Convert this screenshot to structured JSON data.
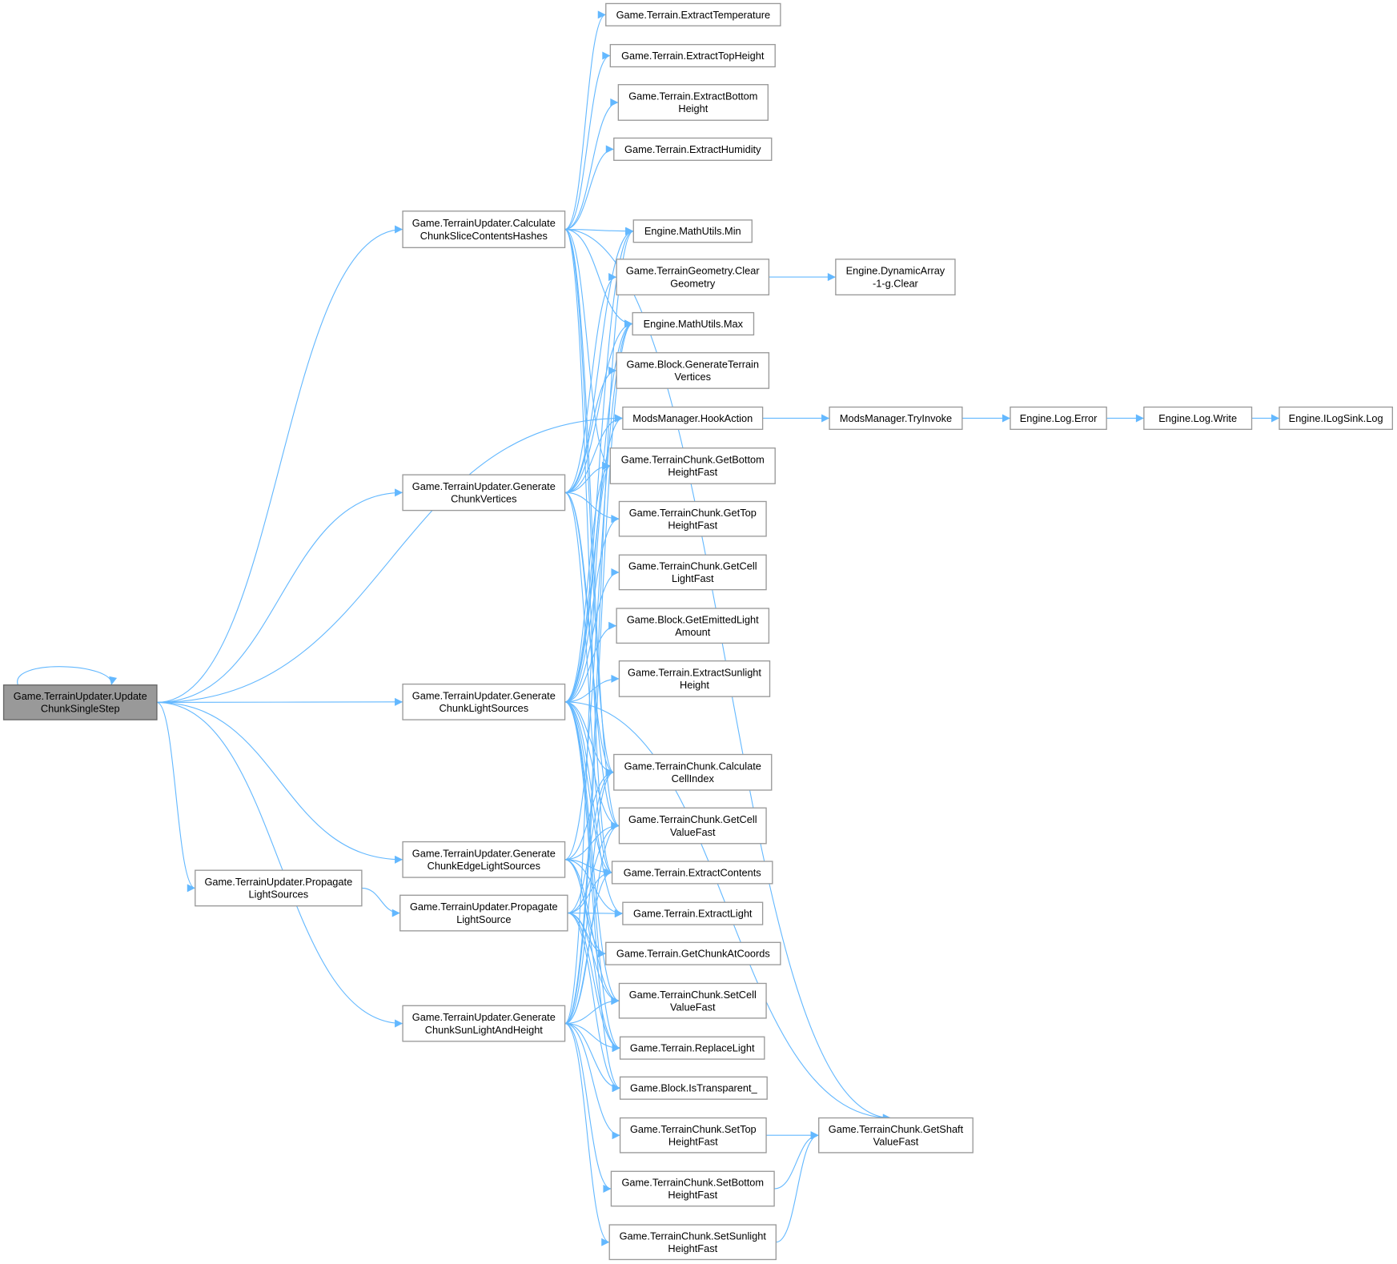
{
  "title": "Call graph of Game.TerrainUpdater.UpdateChunkSingleStep",
  "colors": {
    "edge": "#63b8ff",
    "root_fill": "#999999",
    "node_border": "#999999"
  },
  "nodes": [
    {
      "id": "root",
      "lines": [
        "Game.TerrainUpdater.Update",
        "ChunkSingleStep"
      ]
    },
    {
      "id": "calcHashes",
      "lines": [
        "Game.TerrainUpdater.Calculate",
        "ChunkSliceContentsHashes"
      ]
    },
    {
      "id": "genVertices",
      "lines": [
        "Game.TerrainUpdater.Generate",
        "ChunkVertices"
      ]
    },
    {
      "id": "genLightSources",
      "lines": [
        "Game.TerrainUpdater.Generate",
        "ChunkLightSources"
      ]
    },
    {
      "id": "genEdgeLight",
      "lines": [
        "Game.TerrainUpdater.Generate",
        "ChunkEdgeLightSources"
      ]
    },
    {
      "id": "propSources",
      "lines": [
        "Game.TerrainUpdater.Propagate",
        "LightSources"
      ]
    },
    {
      "id": "propSource",
      "lines": [
        "Game.TerrainUpdater.Propagate",
        "LightSource"
      ]
    },
    {
      "id": "genSunlight",
      "lines": [
        "Game.TerrainUpdater.Generate",
        "ChunkSunLightAndHeight"
      ]
    },
    {
      "id": "extTemp",
      "lines": [
        "Game.Terrain.ExtractTemperature"
      ]
    },
    {
      "id": "extTop",
      "lines": [
        "Game.Terrain.ExtractTopHeight"
      ]
    },
    {
      "id": "extBottom",
      "lines": [
        "Game.Terrain.ExtractBottom",
        "Height"
      ]
    },
    {
      "id": "extHumidity",
      "lines": [
        "Game.Terrain.ExtractHumidity"
      ]
    },
    {
      "id": "min",
      "lines": [
        "Engine.MathUtils.Min"
      ]
    },
    {
      "id": "clearGeom",
      "lines": [
        "Game.TerrainGeometry.Clear",
        "Geometry"
      ]
    },
    {
      "id": "max",
      "lines": [
        "Engine.MathUtils.Max"
      ]
    },
    {
      "id": "genTerrainVerts",
      "lines": [
        "Game.Block.GenerateTerrain",
        "Vertices"
      ]
    },
    {
      "id": "hookAction",
      "lines": [
        "ModsManager.HookAction"
      ]
    },
    {
      "id": "getBottom",
      "lines": [
        "Game.TerrainChunk.GetBottom",
        "HeightFast"
      ]
    },
    {
      "id": "getTop",
      "lines": [
        "Game.TerrainChunk.GetTop",
        "HeightFast"
      ]
    },
    {
      "id": "getCellLight",
      "lines": [
        "Game.TerrainChunk.GetCell",
        "LightFast"
      ]
    },
    {
      "id": "emitted",
      "lines": [
        "Game.Block.GetEmittedLight",
        "Amount"
      ]
    },
    {
      "id": "extSunlight",
      "lines": [
        "Game.Terrain.ExtractSunlight",
        "Height"
      ]
    },
    {
      "id": "calcIndex",
      "lines": [
        "Game.TerrainChunk.Calculate",
        "CellIndex"
      ]
    },
    {
      "id": "getCellValue",
      "lines": [
        "Game.TerrainChunk.GetCell",
        "ValueFast"
      ]
    },
    {
      "id": "extContents",
      "lines": [
        "Game.Terrain.ExtractContents"
      ]
    },
    {
      "id": "extLight",
      "lines": [
        "Game.Terrain.ExtractLight"
      ]
    },
    {
      "id": "getChunk",
      "lines": [
        "Game.Terrain.GetChunkAtCoords"
      ]
    },
    {
      "id": "setCellValue",
      "lines": [
        "Game.TerrainChunk.SetCell",
        "ValueFast"
      ]
    },
    {
      "id": "replaceLight",
      "lines": [
        "Game.Terrain.ReplaceLight"
      ]
    },
    {
      "id": "isTransparent",
      "lines": [
        "Game.Block.IsTransparent_"
      ]
    },
    {
      "id": "setTop",
      "lines": [
        "Game.TerrainChunk.SetTop",
        "HeightFast"
      ]
    },
    {
      "id": "setBottom",
      "lines": [
        "Game.TerrainChunk.SetBottom",
        "HeightFast"
      ]
    },
    {
      "id": "setSunlight",
      "lines": [
        "Game.TerrainChunk.SetSunlight",
        "HeightFast"
      ]
    },
    {
      "id": "dynClear",
      "lines": [
        "Engine.DynamicArray",
        "-1-g.Clear"
      ]
    },
    {
      "id": "tryInvoke",
      "lines": [
        "ModsManager.TryInvoke"
      ]
    },
    {
      "id": "shaft",
      "lines": [
        "Game.TerrainChunk.GetShaft",
        "ValueFast"
      ]
    },
    {
      "id": "logError",
      "lines": [
        "Engine.Log.Error"
      ]
    },
    {
      "id": "logWrite",
      "lines": [
        "Engine.Log.Write"
      ]
    },
    {
      "id": "sinkLog",
      "lines": [
        "Engine.ILogSink.Log"
      ]
    }
  ],
  "edges": [
    [
      "root",
      "root"
    ],
    [
      "root",
      "calcHashes"
    ],
    [
      "root",
      "hookAction"
    ],
    [
      "root",
      "genVertices"
    ],
    [
      "root",
      "genLightSources"
    ],
    [
      "root",
      "genEdgeLight"
    ],
    [
      "root",
      "propSources"
    ],
    [
      "root",
      "genSunlight"
    ],
    [
      "calcHashes",
      "extTemp"
    ],
    [
      "calcHashes",
      "extTop"
    ],
    [
      "calcHashes",
      "extBottom"
    ],
    [
      "calcHashes",
      "extHumidity"
    ],
    [
      "calcHashes",
      "shaft"
    ],
    [
      "calcHashes",
      "min"
    ],
    [
      "calcHashes",
      "max"
    ],
    [
      "calcHashes",
      "getBottom"
    ],
    [
      "calcHashes",
      "calcIndex"
    ],
    [
      "calcHashes",
      "getCellValue"
    ],
    [
      "calcHashes",
      "extContents"
    ],
    [
      "genVertices",
      "min"
    ],
    [
      "genVertices",
      "clearGeom"
    ],
    [
      "genVertices",
      "max"
    ],
    [
      "genVertices",
      "genTerrainVerts"
    ],
    [
      "genVertices",
      "hookAction"
    ],
    [
      "genVertices",
      "getBottom"
    ],
    [
      "genVertices",
      "getTop"
    ],
    [
      "genVertices",
      "calcIndex"
    ],
    [
      "genVertices",
      "getCellValue"
    ],
    [
      "genVertices",
      "extContents"
    ],
    [
      "genLightSources",
      "min"
    ],
    [
      "genLightSources",
      "max"
    ],
    [
      "genLightSources",
      "hookAction"
    ],
    [
      "genLightSources",
      "getBottom"
    ],
    [
      "genLightSources",
      "getTop"
    ],
    [
      "genLightSources",
      "getCellLight"
    ],
    [
      "genLightSources",
      "emitted"
    ],
    [
      "genLightSources",
      "extSunlight"
    ],
    [
      "genLightSources",
      "shaft"
    ],
    [
      "genLightSources",
      "calcIndex"
    ],
    [
      "genLightSources",
      "getCellValue"
    ],
    [
      "genLightSources",
      "extContents"
    ],
    [
      "genLightSources",
      "extLight"
    ],
    [
      "genLightSources",
      "setCellValue"
    ],
    [
      "genLightSources",
      "replaceLight"
    ],
    [
      "genLightSources",
      "isTransparent"
    ],
    [
      "genEdgeLight",
      "max"
    ],
    [
      "genEdgeLight",
      "calcIndex"
    ],
    [
      "genEdgeLight",
      "getCellValue"
    ],
    [
      "genEdgeLight",
      "extContents"
    ],
    [
      "genEdgeLight",
      "extLight"
    ],
    [
      "genEdgeLight",
      "getChunk"
    ],
    [
      "genEdgeLight",
      "setCellValue"
    ],
    [
      "genEdgeLight",
      "replaceLight"
    ],
    [
      "propSources",
      "propSource"
    ],
    [
      "propSource",
      "calcIndex"
    ],
    [
      "propSource",
      "getCellValue"
    ],
    [
      "propSource",
      "extContents"
    ],
    [
      "propSource",
      "extLight"
    ],
    [
      "propSource",
      "getChunk"
    ],
    [
      "propSource",
      "setCellValue"
    ],
    [
      "propSource",
      "replaceLight"
    ],
    [
      "propSource",
      "isTransparent"
    ],
    [
      "genSunlight",
      "min"
    ],
    [
      "genSunlight",
      "max"
    ],
    [
      "genSunlight",
      "getBottom"
    ],
    [
      "genSunlight",
      "calcIndex"
    ],
    [
      "genSunlight",
      "getCellValue"
    ],
    [
      "genSunlight",
      "extContents"
    ],
    [
      "genSunlight",
      "setCellValue"
    ],
    [
      "genSunlight",
      "replaceLight"
    ],
    [
      "genSunlight",
      "isTransparent"
    ],
    [
      "genSunlight",
      "setTop"
    ],
    [
      "genSunlight",
      "setBottom"
    ],
    [
      "genSunlight",
      "setSunlight"
    ],
    [
      "clearGeom",
      "dynClear"
    ],
    [
      "hookAction",
      "tryInvoke"
    ],
    [
      "tryInvoke",
      "logError"
    ],
    [
      "logError",
      "logWrite"
    ],
    [
      "logWrite",
      "sinkLog"
    ],
    [
      "setTop",
      "shaft"
    ],
    [
      "setBottom",
      "shaft"
    ],
    [
      "setSunlight",
      "shaft"
    ]
  ]
}
